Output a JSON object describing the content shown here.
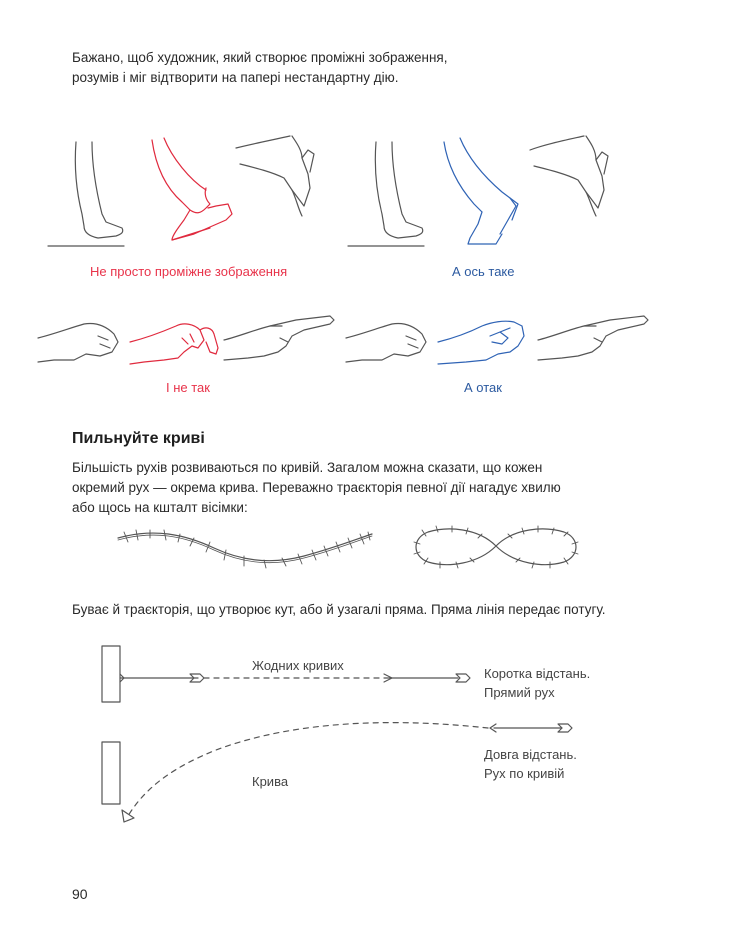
{
  "intro": {
    "line1": "Бажано, щоб художник, який створює проміжні зображення,",
    "line2": "розумів і міг відтворити на папері нестандартну дію."
  },
  "captions": {
    "feet_wrong": "Не просто проміжне зображення",
    "feet_right": "А ось таке",
    "hands_wrong": "І не так",
    "hands_right": "А отак"
  },
  "section": {
    "heading": "Пильнуйте криві",
    "para_line1": "Більшість рухів розвиваються по кривій. Загалом можна сказати, що кожен",
    "para_line2": "окремий рух — окрема крива. Переважно траєкторія певної дії нагадує хвилю",
    "para_line3": "або щось на кшталт вісімки:",
    "para2": "Буває й траєкторія, що утворює кут, або й узагалі пряма. Пряма лінія передає потугу."
  },
  "diagram": {
    "straight_label": "Жодних кривих",
    "short_line1": "Коротка відстань.",
    "short_line2": "Прямий рух",
    "long_line1": "Довга відстань.",
    "long_line2": "Рух по кривій",
    "curve_label": "Крива"
  },
  "page_number": "90",
  "colors": {
    "wrong": "#e8334a",
    "right": "#2c5aa0"
  }
}
